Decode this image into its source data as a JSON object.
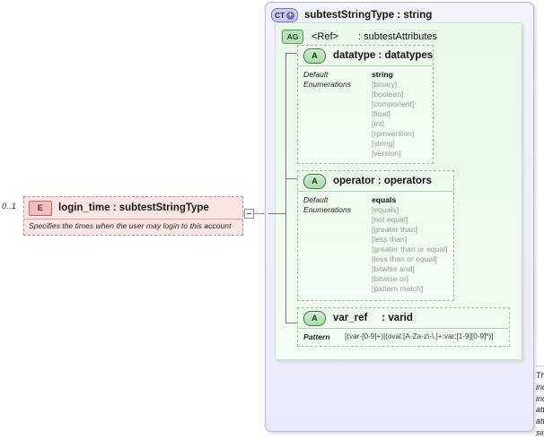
{
  "left_element": {
    "cardinality": "0..1",
    "badge": "E",
    "name": "login_time : subtestStringType",
    "documentation": "Specifies the times when the user may login to this account"
  },
  "complex_type": {
    "badge": "CT",
    "expand": "+",
    "title": "subtestStringType : string",
    "documentation": "The subtestStringType type is extended by the child elements of an individual test.  This type provides uniformity to each child element by including the attributes found in the subtestAttributes group.  This attribute is included by other subtest types and makes the same list of attributes available to all children of a test.  This specific type describes simple string data."
  },
  "attribute_group": {
    "badge": "AG",
    "ref_label": "<Ref>",
    "ref_type": ": subtestAttributes"
  },
  "attributes": [
    {
      "badge": "A",
      "name": "datatype : datatypes",
      "label_default": "Default",
      "label_enumerations": "Enumerations",
      "default_value": "string",
      "enumerations": [
        "[binary]",
        "[boolean]",
        "[component]",
        "[float]",
        "[int]",
        "[rpmversion]",
        "[string]",
        "[version]"
      ]
    },
    {
      "badge": "A",
      "name": "operator : operators",
      "label_default": "Default",
      "label_enumerations": "Enumerations",
      "default_value": "equals",
      "enumerations": [
        "[equals]",
        "[not equal]",
        "[greater than]",
        "[less than]",
        "[greater than or equal]",
        "[less than or equal]",
        "[bitwise and]",
        "[bitwise or]",
        "[pattern match]"
      ]
    }
  ],
  "var_ref": {
    "badge": "A",
    "name": "var_ref",
    "type": ": varid",
    "label_pattern": "Pattern",
    "pattern": "[(var-[0-9]+)|(oval:[A-Za-z\\-\\.]+:var:[1-9][0-9]*)]"
  }
}
